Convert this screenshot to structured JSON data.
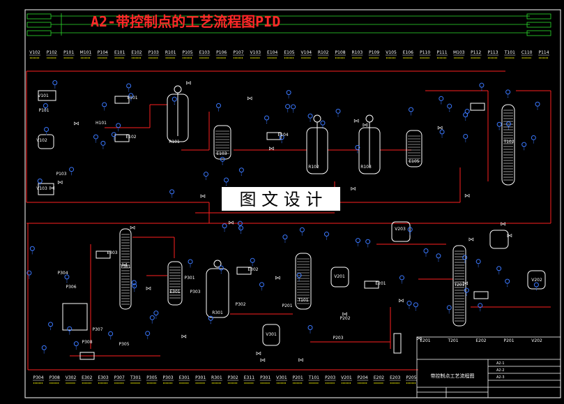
{
  "title": "A2-带控制点的工艺流程图PID",
  "watermark": "图 文 设 计",
  "colors": {
    "background": "#000000",
    "border": "#ffffff",
    "pipe": "#ff2020",
    "equipment": "#ffffff",
    "instrument": "#3a78ff",
    "signal": "#2ee02e",
    "title": "#ff2828",
    "label": "#ffff00",
    "accent": "#00e0e0"
  },
  "tags_top": [
    "V102",
    "P102",
    "P101",
    "M101",
    "P104",
    "E101",
    "E102",
    "P103",
    "R101",
    "P105",
    "E103",
    "P106",
    "P107",
    "V103",
    "E104",
    "E105",
    "V104",
    "R102",
    "P108",
    "R103",
    "P109",
    "V105",
    "E106",
    "P110",
    "P111",
    "M103",
    "P112",
    "P113",
    "T101",
    "C110",
    "P114"
  ],
  "tags_bottom": [
    "P304",
    "P308",
    "V302",
    "E302",
    "E303",
    "P307",
    "T301",
    "P305",
    "P303",
    "E301",
    "P301",
    "R301",
    "P302",
    "E311",
    "P301",
    "V301",
    "P201",
    "T101",
    "P203",
    "V201",
    "P204",
    "E202",
    "E203",
    "P205"
  ],
  "vessels": [
    "V101",
    "V102",
    "V103",
    "R101",
    "R102",
    "R103",
    "E101",
    "E102",
    "E103",
    "E104",
    "E105",
    "T101",
    "T102",
    "V201",
    "V202",
    "V203",
    "T201",
    "R301",
    "E301",
    "E302",
    "E303",
    "V301",
    "T301",
    "E201",
    "P101",
    "P103",
    "H101",
    "P201",
    "P202",
    "P203",
    "P301",
    "P302",
    "P303",
    "P304",
    "P305",
    "P306",
    "P307",
    "P308"
  ],
  "title_block": {
    "drawing_name": "带控制点工艺流程图",
    "rows": [
      "E201",
      "T201",
      "E202",
      "P201",
      "V202"
    ],
    "cells": [
      "A2-1",
      "A2-2",
      "A2-3"
    ]
  }
}
